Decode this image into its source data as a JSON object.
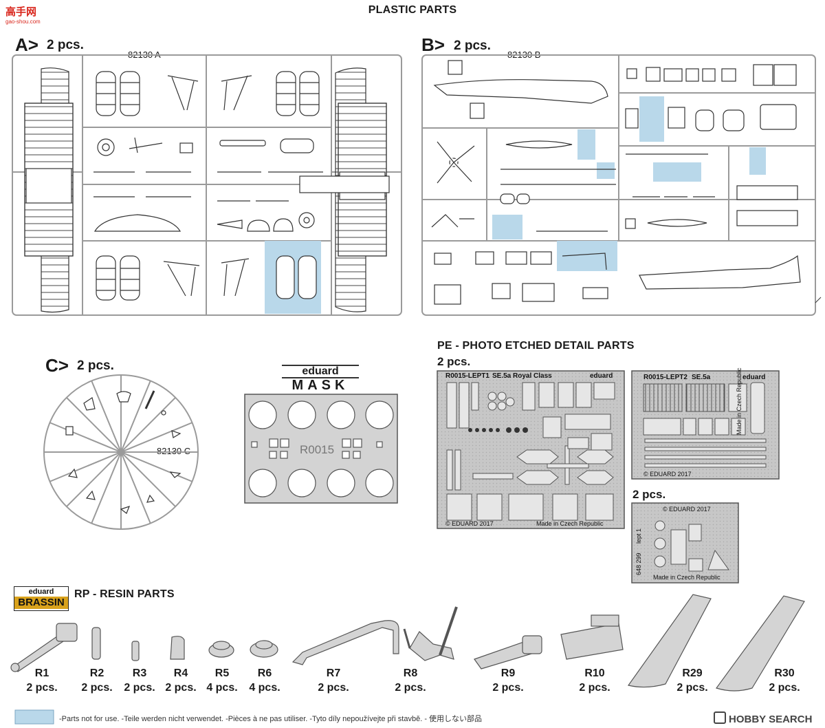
{
  "site_logo": {
    "name": "高手网",
    "url": "gao-shou.com"
  },
  "page_title": "PLASTIC PARTS",
  "sprue_a": {
    "letter": "A>",
    "count": "2 pcs.",
    "code": "82130 A"
  },
  "sprue_b": {
    "letter": "B>",
    "count": "2 pcs.",
    "code": "82130 B"
  },
  "sprue_c": {
    "letter": "C>",
    "count": "2 pcs.",
    "code": "82130 C"
  },
  "mask": {
    "brand": "eduard",
    "word": "MASK",
    "code": "R0015"
  },
  "pe": {
    "title": "PE - PHOTO ETCHED DETAIL PARTS",
    "fret1": {
      "count": "2 pcs.",
      "code": "R0015-LEPT1",
      "name": "SE.5a Royal Class",
      "brand": "eduard",
      "copyright": "© EDUARD 2017",
      "made": "Made in Czech Republic"
    },
    "fret2": {
      "code": "R0015-LEPT2",
      "name": "SE.5a",
      "brand": "eduard",
      "copyright": "© EDUARD 2017",
      "made": "Made in Czech Republic"
    },
    "fret3": {
      "count": "2 pcs.",
      "copyright": "© EDUARD 2017",
      "code": "lept 1",
      "number": "648 299",
      "made": "Made in Czech Republic"
    }
  },
  "resin": {
    "badge_top": "eduard",
    "badge_bottom": "BRASSIN",
    "title": "RP - RESIN PARTS",
    "parts": [
      {
        "id": "R1",
        "count": "2 pcs."
      },
      {
        "id": "R2",
        "count": "2 pcs."
      },
      {
        "id": "R3",
        "count": "2 pcs."
      },
      {
        "id": "R4",
        "count": "2 pcs."
      },
      {
        "id": "R5",
        "count": "4 pcs."
      },
      {
        "id": "R6",
        "count": "4 pcs."
      },
      {
        "id": "R7",
        "count": "2 pcs."
      },
      {
        "id": "R8",
        "count": "2 pcs."
      },
      {
        "id": "R9",
        "count": "2 pcs."
      },
      {
        "id": "R10",
        "count": "2 pcs."
      },
      {
        "id": "R29",
        "count": "2 pcs."
      },
      {
        "id": "R30",
        "count": "2 pcs."
      }
    ]
  },
  "legend": {
    "text": "-Parts not for use. -Teile werden nicht verwendet. -Pièces à ne pas utiliser. -Tyto díly nepoužívejte při stavbě. -   使用しない部品",
    "swatch_color": "#b9d8ea"
  },
  "watermark": "HOBBY SEARCH"
}
